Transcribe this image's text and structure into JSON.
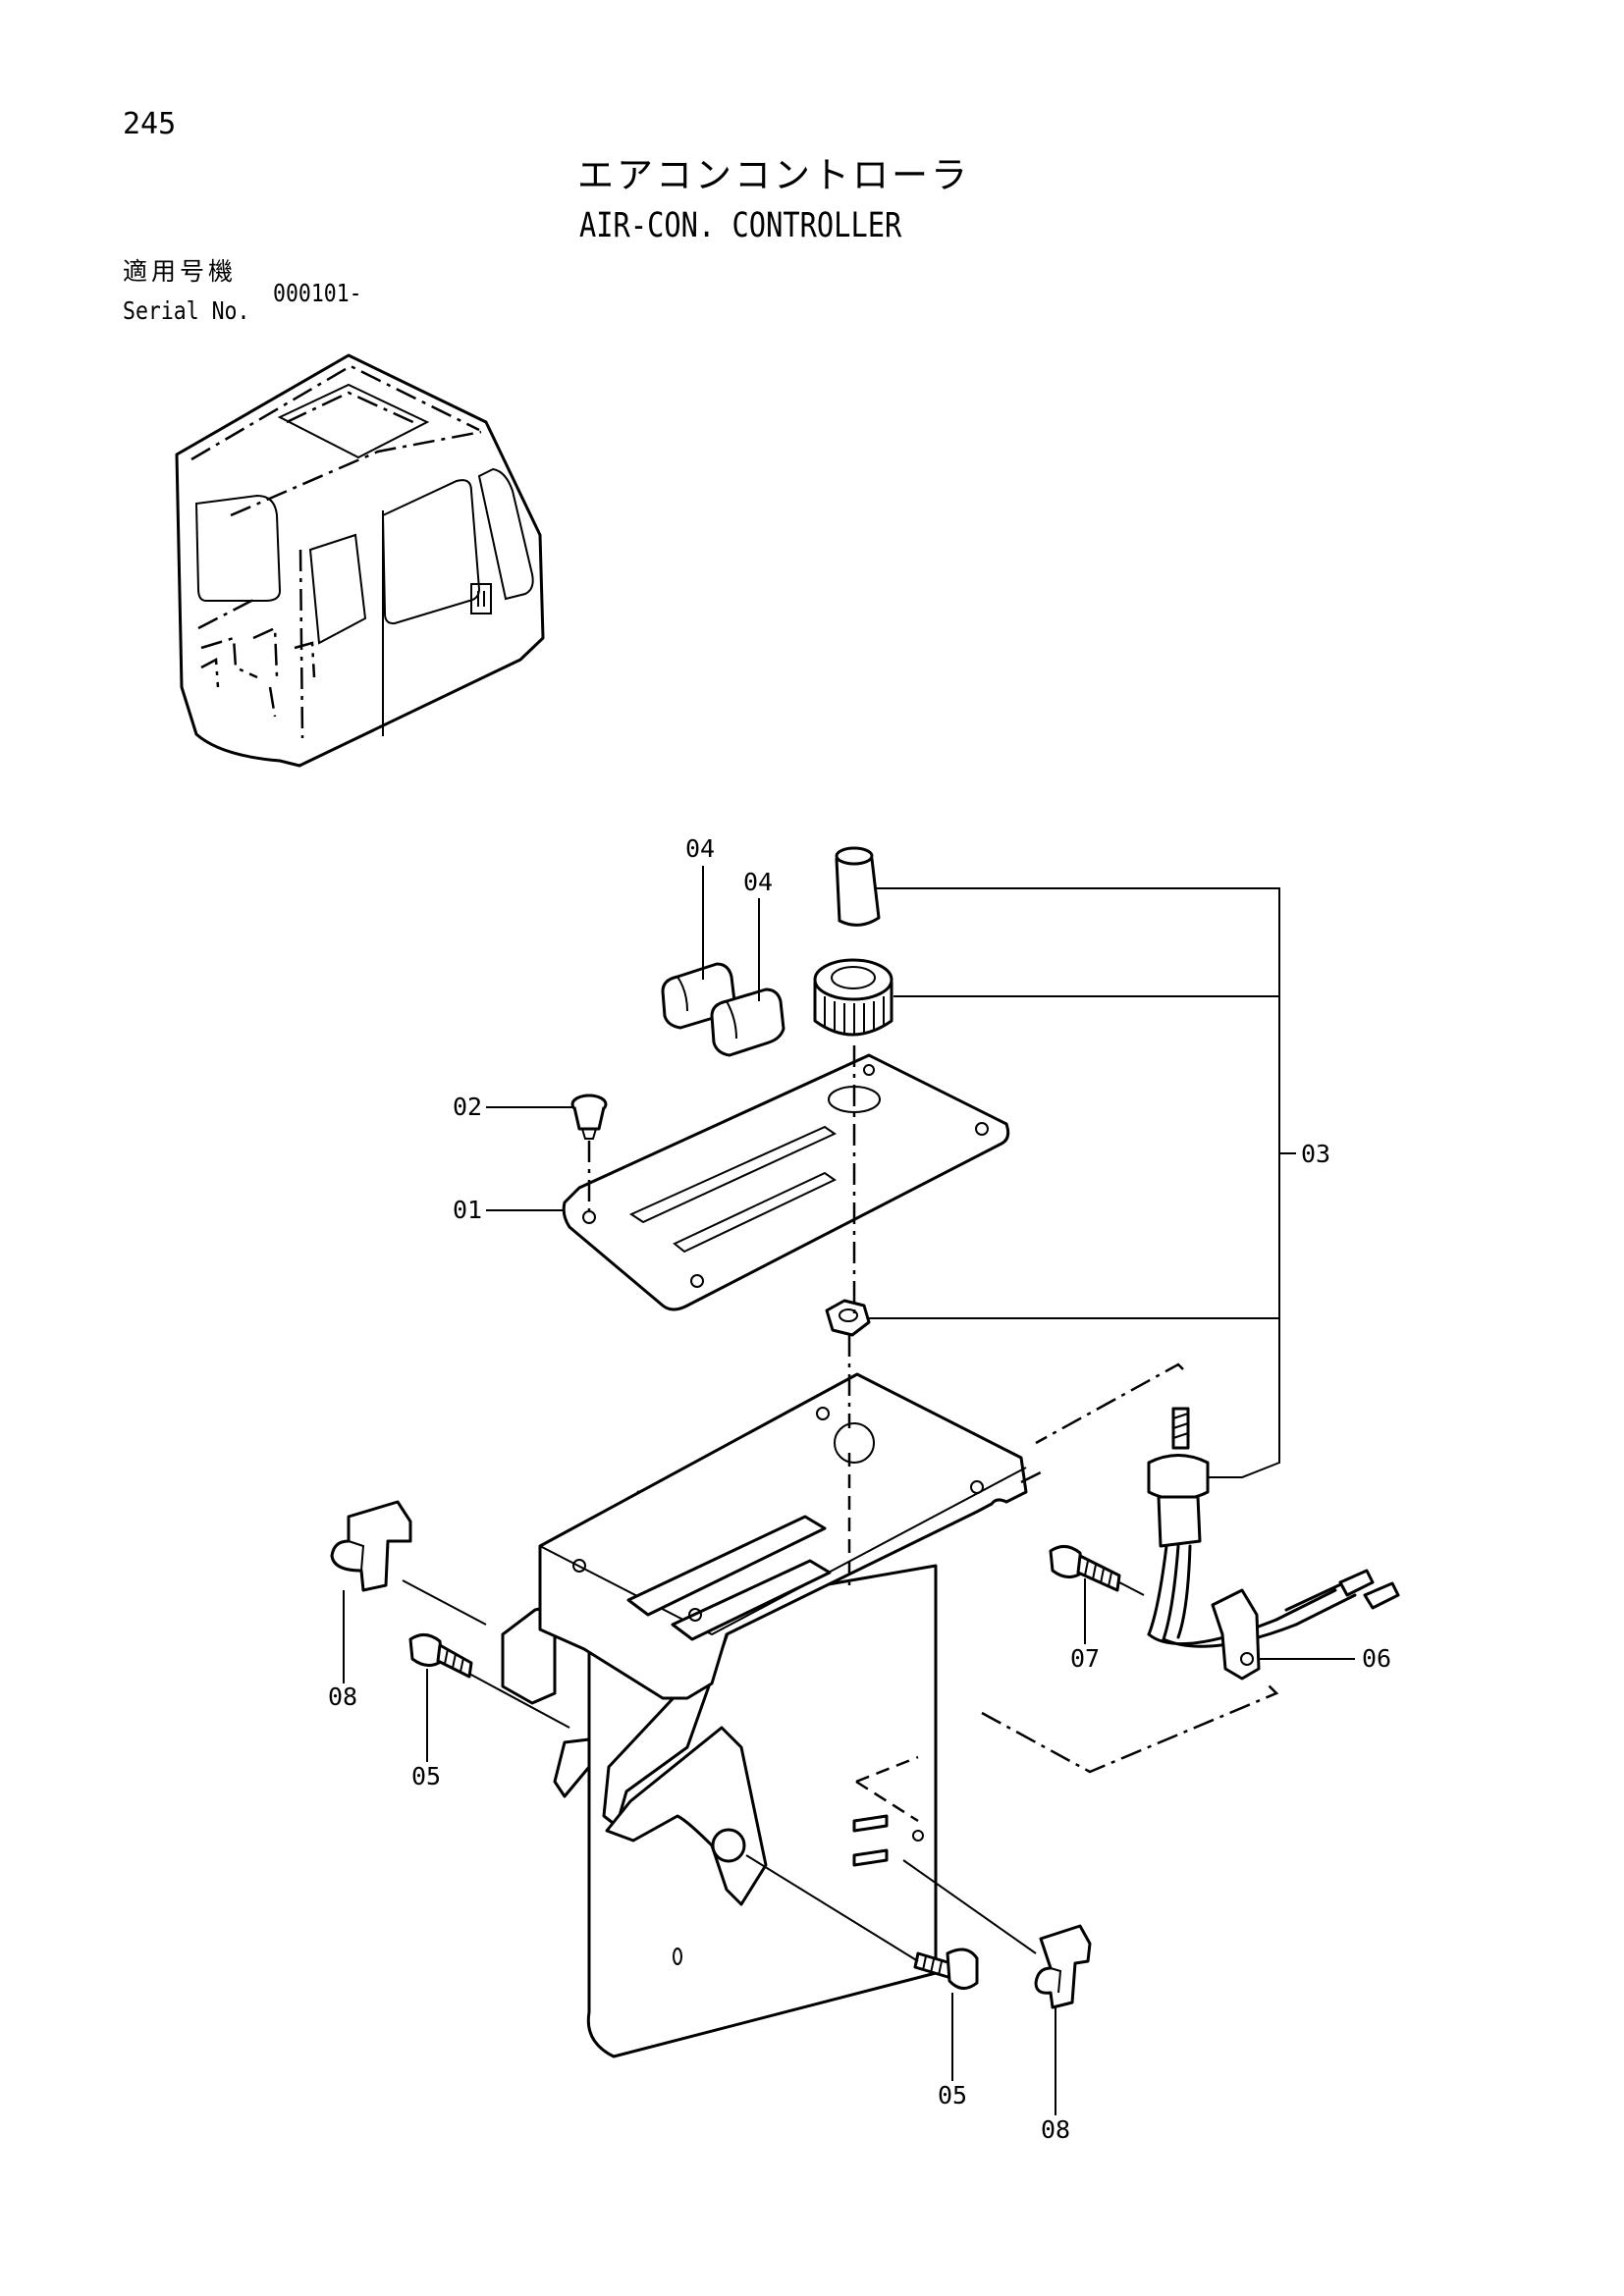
{
  "page_number": "245",
  "title": {
    "japanese": "エアコンコントローラ",
    "english": "AIR-CON. CONTROLLER"
  },
  "serial": {
    "label_japanese": "適用号機",
    "label_english": "Serial No.",
    "value": "000101-"
  },
  "callouts": [
    {
      "id": "01",
      "part": "panel-plate"
    },
    {
      "id": "02",
      "part": "plug-button"
    },
    {
      "id": "03",
      "part": "knob-switch-assembly"
    },
    {
      "id": "04",
      "part": "lever-knob"
    },
    {
      "id": "04",
      "part": "lever-knob"
    },
    {
      "id": "05",
      "part": "bolt"
    },
    {
      "id": "05",
      "part": "bolt"
    },
    {
      "id": "06",
      "part": "harness-clamp"
    },
    {
      "id": "07",
      "part": "screw"
    },
    {
      "id": "08",
      "part": "clip"
    },
    {
      "id": "08",
      "part": "clip"
    }
  ]
}
